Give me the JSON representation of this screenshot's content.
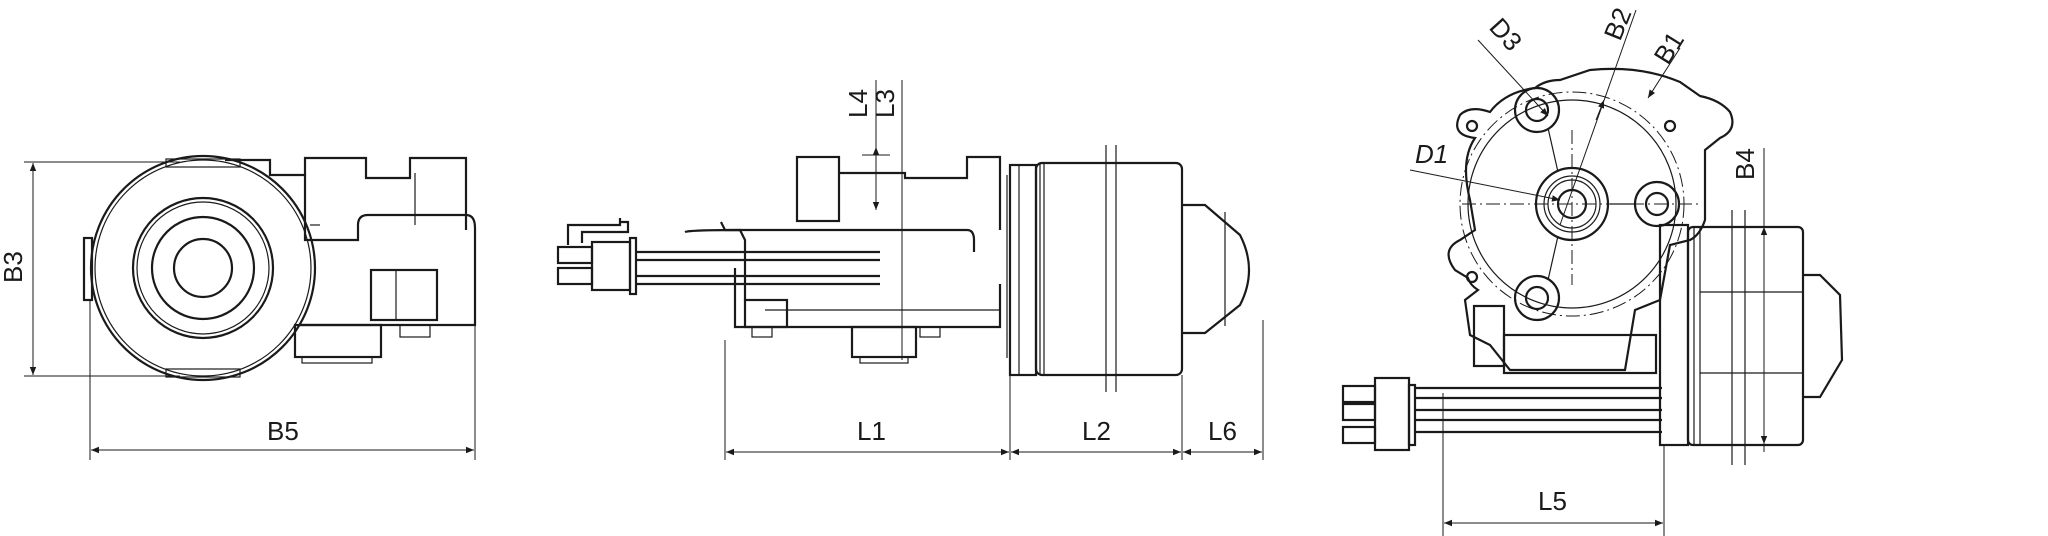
{
  "drawing": {
    "title": "Motor technical dimension drawing",
    "views": [
      "front-view",
      "side-view",
      "top-view"
    ],
    "line_color": "#1a1a1a",
    "background": "#ffffff"
  },
  "labels": {
    "B3": "B3",
    "B5": "B5",
    "L1": "L1",
    "L2": "L2",
    "L3": "L3",
    "L4": "L4",
    "L5": "L5",
    "L6": "L6",
    "B1": "B1",
    "B2": "B2",
    "B4": "B4",
    "D1": "D1",
    "D3": "D3"
  }
}
